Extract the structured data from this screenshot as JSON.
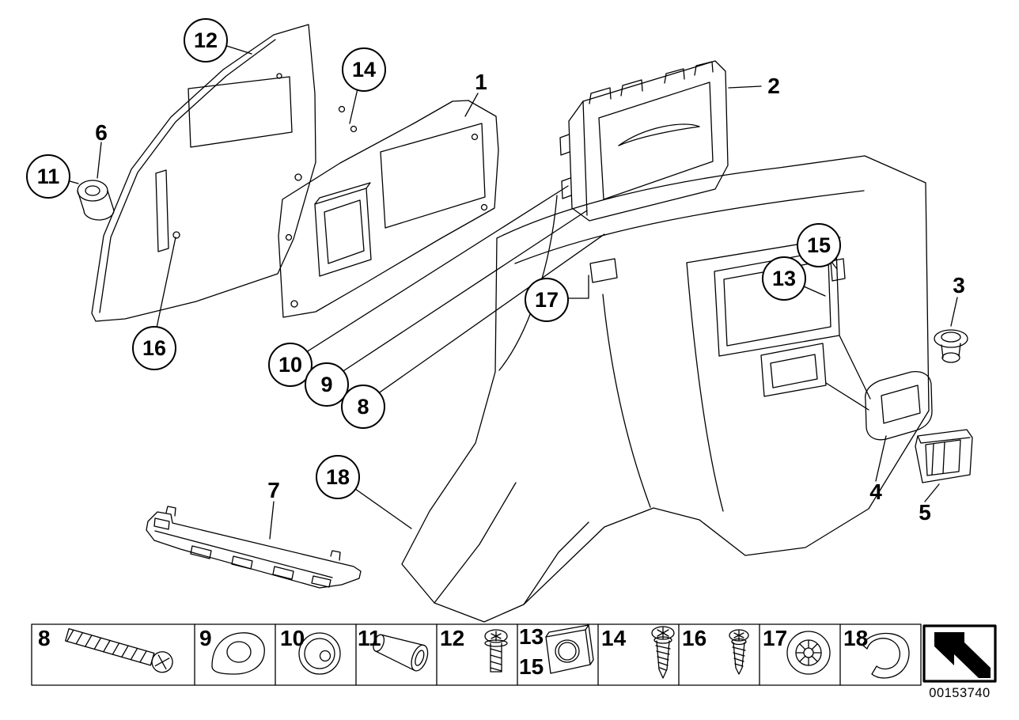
{
  "doc": {
    "image_id": "00153740",
    "background": "#ffffff",
    "line_color": "#000000"
  },
  "callouts": {
    "circled": [
      {
        "label": "12"
      },
      {
        "label": "14"
      },
      {
        "label": "11"
      },
      {
        "label": "15"
      },
      {
        "label": "13"
      },
      {
        "label": "17"
      },
      {
        "label": "16"
      },
      {
        "label": "10"
      },
      {
        "label": "9"
      },
      {
        "label": "8"
      },
      {
        "label": "18"
      }
    ],
    "plain": [
      {
        "label": "1"
      },
      {
        "label": "2"
      },
      {
        "label": "6"
      },
      {
        "label": "3"
      },
      {
        "label": "7"
      },
      {
        "label": "4"
      },
      {
        "label": "5"
      }
    ]
  },
  "legend": {
    "items": [
      {
        "label": "8",
        "part": "long-screw"
      },
      {
        "label": "9",
        "part": "retainer-clip"
      },
      {
        "label": "10",
        "part": "grommet"
      },
      {
        "label": "11",
        "part": "bushing"
      },
      {
        "label": "12",
        "part": "pan-head-screw"
      },
      {
        "label": "13",
        "label2": "15",
        "part": "cage-nut"
      },
      {
        "label": "14",
        "part": "tapping-screw"
      },
      {
        "label": "16",
        "part": "tapping-screw"
      },
      {
        "label": "17",
        "part": "round-grommet"
      },
      {
        "label": "18",
        "part": "spring-clip"
      }
    ]
  }
}
